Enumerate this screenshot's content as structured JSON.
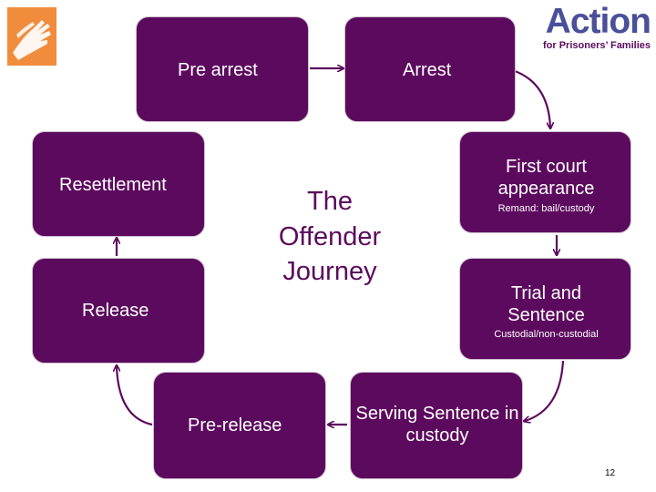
{
  "logo": {
    "brand_name": "Action",
    "tagline": "for Prisoners’ Families",
    "colors": {
      "brand_blue": "#4a4f9a",
      "brand_orange": "#f08c3c"
    }
  },
  "diagram": {
    "title": "The Offender Journey",
    "colors": {
      "node_fill": "#5c0a5e",
      "arrow": "#5c0a5e",
      "text": "#ffffff"
    },
    "nodes": {
      "pre_arrest": {
        "label": "Pre arrest"
      },
      "arrest": {
        "label": "Arrest"
      },
      "first_court": {
        "label": "First court appearance",
        "note": "Remand: bail/custody"
      },
      "trial": {
        "label": "Trial and Sentence",
        "note": "Custodial/non-custodial"
      },
      "serving": {
        "label": "Serving Sentence in custody"
      },
      "pre_release": {
        "label": "Pre-release"
      },
      "release": {
        "label": "Release"
      },
      "resettlement": {
        "label": "Resettlement"
      }
    },
    "edges": [
      {
        "from": "pre_arrest",
        "to": "arrest"
      },
      {
        "from": "arrest",
        "to": "first_court"
      },
      {
        "from": "first_court",
        "to": "trial"
      },
      {
        "from": "trial",
        "to": "serving"
      },
      {
        "from": "serving",
        "to": "pre_release"
      },
      {
        "from": "pre_release",
        "to": "release"
      },
      {
        "from": "release",
        "to": "resettlement"
      }
    ]
  },
  "slide": {
    "page_number": "12"
  }
}
